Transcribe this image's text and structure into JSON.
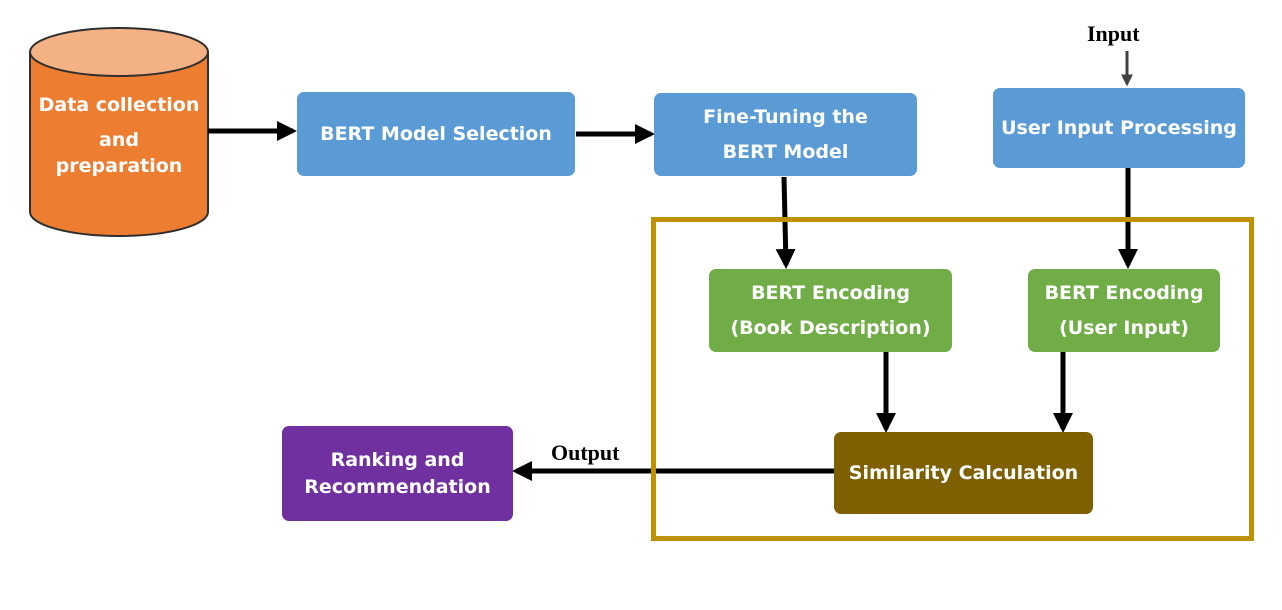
{
  "diagram": {
    "nodes": {
      "data_collection": {
        "line1": "Data collection",
        "line2": "and",
        "line3": "preparation",
        "color": "#ed7d31",
        "top_color": "#f4b183"
      },
      "bert_model_selection": {
        "label": "BERT Model Selection",
        "color": "#5b9bd5"
      },
      "fine_tuning": {
        "line1": "Fine-Tuning the",
        "line2": "BERT Model",
        "color": "#5b9bd5"
      },
      "user_input_processing": {
        "label": "User Input Processing",
        "color": "#5b9bd5"
      },
      "bert_encoding_book": {
        "line1": "BERT Encoding",
        "line2": "(Book Description)",
        "color": "#70ad47"
      },
      "bert_encoding_user": {
        "line1": "BERT Encoding",
        "line2": "(User Input)",
        "color": "#70ad47"
      },
      "similarity_calculation": {
        "label": "Similarity Calculation",
        "color": "#7f6000"
      },
      "ranking_recommendation": {
        "line1": "Ranking and",
        "line2": "Recommendation",
        "color": "#7030a0"
      }
    },
    "labels": {
      "input": "Input",
      "output": "Output"
    },
    "frame_color": "#bf9000"
  }
}
